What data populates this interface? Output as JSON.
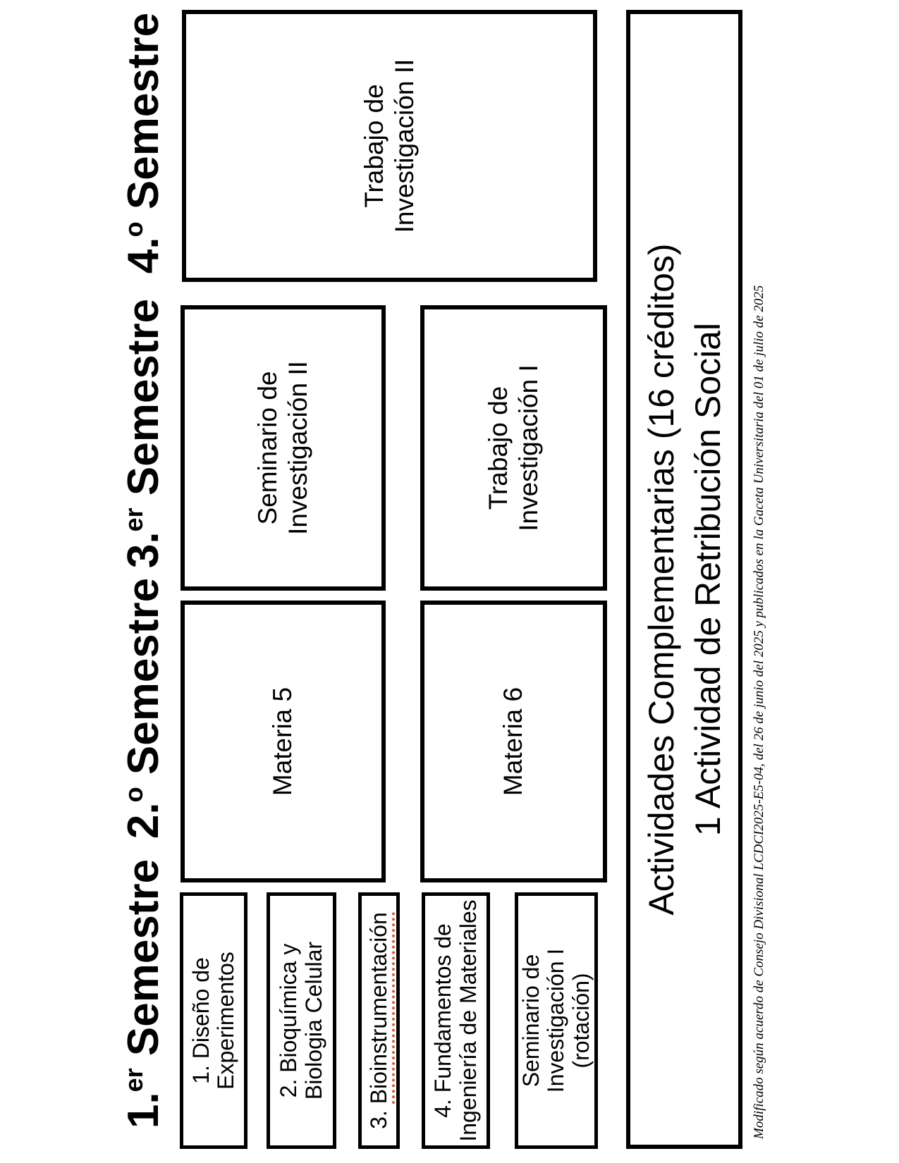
{
  "headers": [
    {
      "num": "1.",
      "sup": "er",
      "rest": " Semestre"
    },
    {
      "num": "2.",
      "sup": "o",
      "rest": " Semestre"
    },
    {
      "num": "3.",
      "sup": "er",
      "rest": " Semestre"
    },
    {
      "num": "4.",
      "sup": "o",
      "rest": " Semestre"
    }
  ],
  "sem1": {
    "box1": {
      "line1": "1. Diseño de",
      "line2": "Experimentos"
    },
    "box2": {
      "line1": "2. Bioquímica y",
      "line2": "Biologia Celular"
    },
    "box3": {
      "prefix": "3. ",
      "word": "Bioinstrumentación"
    },
    "box4": {
      "line1": "4. Fundamentos de",
      "line2": "Ingeniería de Materiales"
    },
    "box5": {
      "line1": "Seminario de",
      "line2": "Investigación I",
      "line3": "(rotación)"
    }
  },
  "sem2": {
    "box1": {
      "line1": "Materia 5"
    },
    "box2": {
      "line1": "Materia 6"
    }
  },
  "sem3": {
    "box1": {
      "line1": "Seminario de",
      "line2": "Investigación II"
    },
    "box2": {
      "line1": "Trabajo de",
      "line2": "Investigación I"
    }
  },
  "sem4": {
    "box1": {
      "line1": "Trabajo de",
      "line2": "Investigación II"
    }
  },
  "complementary": {
    "line1": "Actividades Complementarias (16 créditos)",
    "line2": "1 Actividad de Retribución Social"
  },
  "footnote": "Modificado según acuerdo de Consejo Divisional LCDCI2025-E5-04, del 26 de junio del 2025 y publicados en la Gaceta Universitaria del 01 de julio de 2025",
  "colors": {
    "text": "#000000",
    "border": "#000000",
    "background": "#ffffff",
    "spellcheck_red": "#e2503c"
  }
}
